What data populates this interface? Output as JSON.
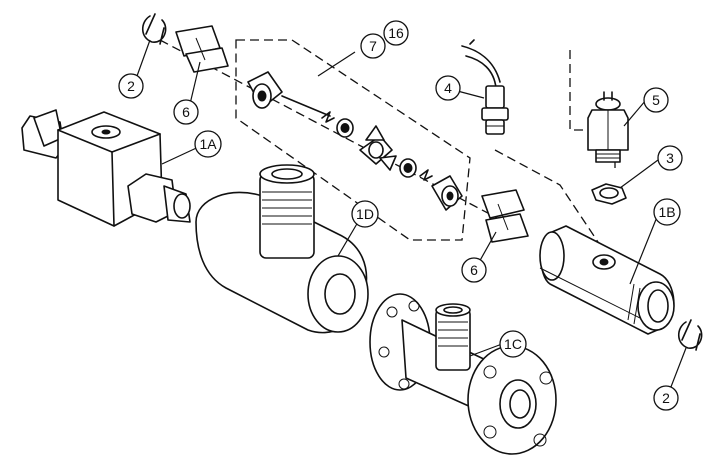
{
  "callouts": {
    "c2_top": "2",
    "c2_bottom": "2",
    "c6_left": "6",
    "c6_right": "6",
    "c7": "7",
    "c16": "16",
    "c4": "4",
    "c5": "5",
    "c3": "3",
    "c1a": "1A",
    "c1b": "1B",
    "c1c": "1C",
    "c1d": "1D"
  }
}
